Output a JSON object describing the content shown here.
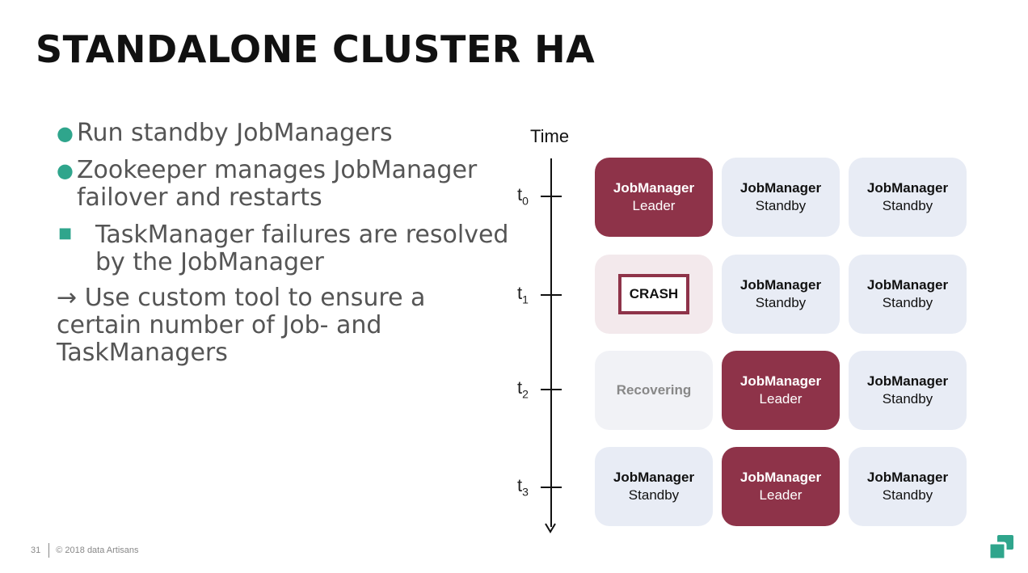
{
  "slide": {
    "title": "STANDALONE CLUSTER HA",
    "bullets": [
      "Run standby JobManagers",
      "Zookeeper manages JobManager failover and restarts"
    ],
    "sub_bullet": "TaskManager failures are resolved by the JobManager",
    "arrow_glyph": "→",
    "arrow_text": "Use custom tool to ensure a certain number of Job- and TaskManagers"
  },
  "diagram": {
    "axis_label": "Time",
    "time_points": [
      {
        "base": "t",
        "sub": "0"
      },
      {
        "base": "t",
        "sub": "1"
      },
      {
        "base": "t",
        "sub": "2"
      },
      {
        "base": "t",
        "sub": "3"
      }
    ],
    "rows": [
      [
        {
          "state": "leader",
          "line1": "JobManager",
          "line2": "Leader"
        },
        {
          "state": "standby",
          "line1": "JobManager",
          "line2": "Standby"
        },
        {
          "state": "standby",
          "line1": "JobManager",
          "line2": "Standby"
        }
      ],
      [
        {
          "state": "crash",
          "line1": "CRASH",
          "line2": ""
        },
        {
          "state": "standby",
          "line1": "JobManager",
          "line2": "Standby"
        },
        {
          "state": "standby",
          "line1": "JobManager",
          "line2": "Standby"
        }
      ],
      [
        {
          "state": "recover",
          "line1": "Recovering",
          "line2": ""
        },
        {
          "state": "leader",
          "line1": "JobManager",
          "line2": "Leader"
        },
        {
          "state": "standby",
          "line1": "JobManager",
          "line2": "Standby"
        }
      ],
      [
        {
          "state": "standby",
          "line1": "JobManager",
          "line2": "Standby"
        },
        {
          "state": "leader",
          "line1": "JobManager",
          "line2": "Leader"
        },
        {
          "state": "standby",
          "line1": "JobManager",
          "line2": "Standby"
        }
      ]
    ],
    "colors": {
      "leader": "#8e3349",
      "standby": "#e8ecf5",
      "crash_bg": "#f3e9ec",
      "recover_bg": "#f1f2f6",
      "bullet": "#2fa58c"
    }
  },
  "footer": {
    "page_number": "31",
    "copyright": "© 2018 data Artisans"
  },
  "logo": {
    "icon": "data-artisans-logo-icon",
    "color": "#2fa58c"
  }
}
